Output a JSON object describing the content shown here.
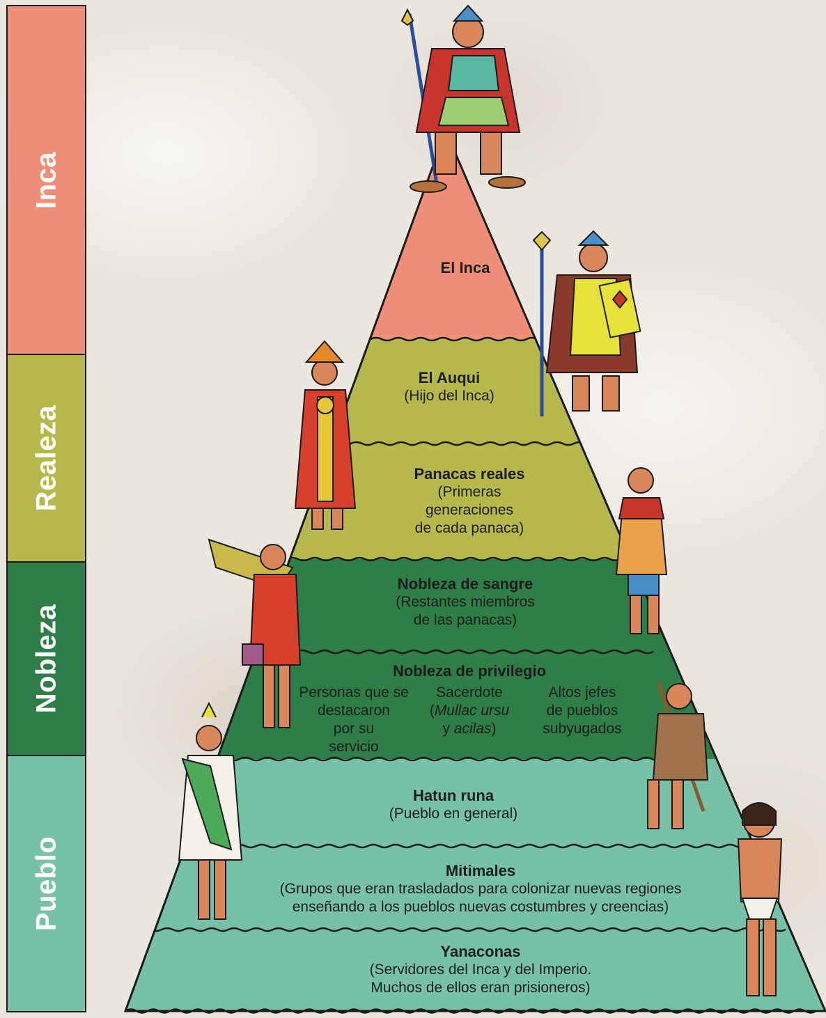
{
  "sidebar": [
    {
      "label": "Inca",
      "color": "#f08f78"
    },
    {
      "label": "Realeza",
      "color": "#b6b84c"
    },
    {
      "label": "Nobleza",
      "color": "#2f7d47"
    },
    {
      "label": "Pueblo",
      "color": "#77c1a6"
    }
  ],
  "tiers": {
    "inca": {
      "title": "El Inca"
    },
    "auqui": {
      "title": "El Auqui",
      "sub": "(Hijo del Inca)"
    },
    "panacas": {
      "title": "Panacas reales",
      "sub1": "(Primeras",
      "sub2": "generaciones",
      "sub3": "de cada panaca)"
    },
    "sangre": {
      "title": "Nobleza de sangre",
      "sub1": "(Restantes miembros",
      "sub2": "de las panacas)"
    },
    "privilegio": {
      "title": "Nobleza de privilegio",
      "col1": [
        "Personas que se",
        "destacaron",
        "por su",
        "servicio"
      ],
      "col2": {
        "l1": "Sacerdote",
        "l2_open": "(",
        "l2_it": "Mullac ursu",
        "l3_pre": "y ",
        "l3_it": "acilas",
        "l3_close": ")"
      },
      "col3": [
        "Altos jefes",
        "de pueblos",
        "subyugados"
      ]
    },
    "hatun": {
      "title": "Hatun runa",
      "sub": "(Pueblo en general)"
    },
    "mitimales": {
      "title": "Mitimales",
      "sub1": "(Grupos que eran trasladados para colonizar nuevas regiones",
      "sub2": "enseñando a los pueblos nuevas costumbres y creencias)"
    },
    "yanaconas": {
      "title": "Yanaconas",
      "sub1": "(Servidores del Inca y del Imperio.",
      "sub2": "Muchos de ellos eran prisioneros)"
    }
  },
  "colors": {
    "inca": "#f08f78",
    "realeza": "#b6b84c",
    "nobleza": "#2f7d47",
    "pueblo": "#77c1a6"
  }
}
